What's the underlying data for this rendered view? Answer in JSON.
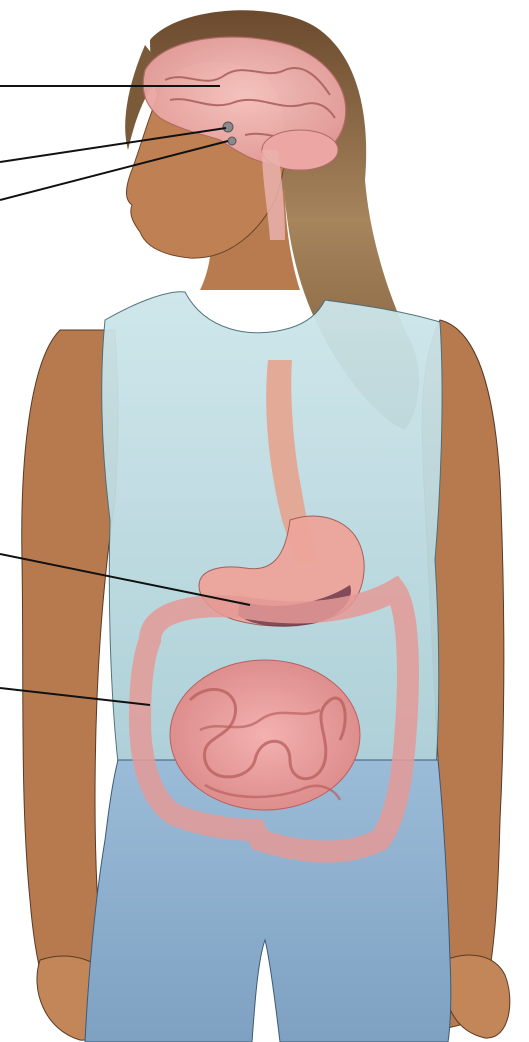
{
  "figure": {
    "subject": "anatomy-illustration",
    "palette": {
      "background": "#ffffff",
      "skin": "#b8794e",
      "skin_shadow": "#8f5634",
      "hair": "#8a6a46",
      "tank_top": "#bcdde3",
      "jeans": "#8fb1cf",
      "organ_pink": "#eaa3a2",
      "organ_dark": "#6f3b4d",
      "esophagus": "#e8a08a",
      "leader_line": "#111111"
    },
    "leader_lines": [
      {
        "id": "line-cerebrum",
        "target": "cerebrum"
      },
      {
        "id": "line-hypothalamus",
        "target": "hypothalamus"
      },
      {
        "id": "line-pituitary",
        "target": "pituitary"
      },
      {
        "id": "line-stomach",
        "target": "stomach"
      },
      {
        "id": "line-colon",
        "target": "colon"
      }
    ]
  }
}
